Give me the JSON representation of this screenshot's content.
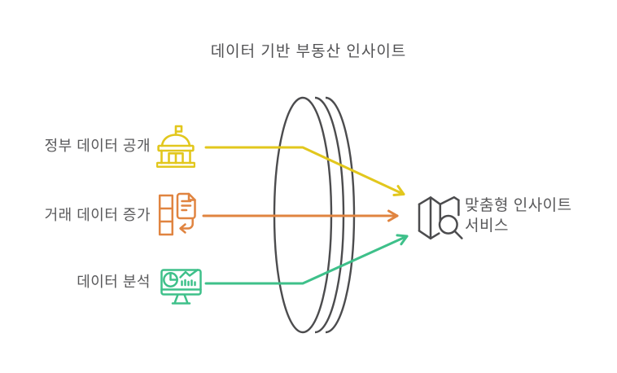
{
  "title": "데이터 기반 부동산 인사이트",
  "colors": {
    "yellow": "#E2C71D",
    "orange": "#E08440",
    "green": "#3EC08A",
    "gray": "#4C4C4E",
    "text_gray": "#58585a"
  },
  "inputs": [
    {
      "label": "정부 데이터 공개",
      "icon": "government-building-icon",
      "color": "#E2C71D"
    },
    {
      "label": "거래 데이터 증가",
      "icon": "transaction-document-icon",
      "color": "#E08440"
    },
    {
      "label": "데이터 분석",
      "icon": "analytics-monitor-icon",
      "color": "#3EC08A"
    }
  ],
  "lens": {
    "shape": "convex-lens",
    "color": "#4C4C4E"
  },
  "output": {
    "label_line1": "맞춤형 인사이트",
    "label_line2": "서비스",
    "icon": "map-search-icon",
    "color": "#4C4C4E"
  }
}
